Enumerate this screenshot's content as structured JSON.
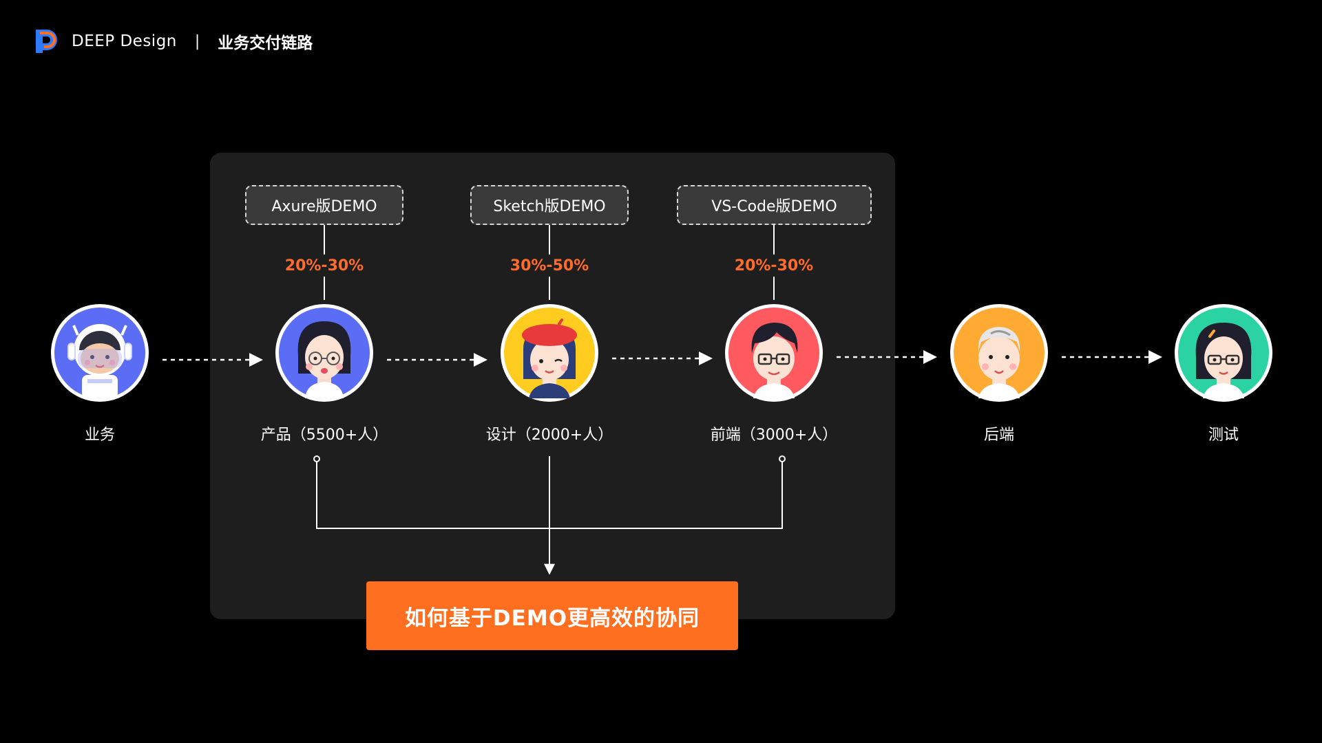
{
  "header": {
    "brand": "DEEP Design",
    "separator": "|",
    "title": "业务交付链路"
  },
  "demos": [
    {
      "label": "Axure版DEMO",
      "percent": "20%-30%"
    },
    {
      "label": "Sketch版DEMO",
      "percent": "30%-50%"
    },
    {
      "label": "VS-Code版DEMO",
      "percent": "20%-30%"
    }
  ],
  "roles": [
    {
      "label": "业务",
      "avatar_color": "#5b6cf5"
    },
    {
      "label": "产品（5500+人）",
      "avatar_color": "#5b6cf5"
    },
    {
      "label": "设计（2000+人）",
      "avatar_color": "#ffcc1f"
    },
    {
      "label": "前端（3000+人）",
      "avatar_color": "#ff5a5f"
    },
    {
      "label": "后端",
      "avatar_color": "#ffaa33"
    },
    {
      "label": "测试",
      "avatar_color": "#2bd3a2"
    }
  ],
  "cta": {
    "label": "如何基于DEMO更高效的协同"
  },
  "colors": {
    "accent": "#ff6f1f",
    "percent_text": "#ff6b2b",
    "panel": "#1e1e1e",
    "background": "#000000"
  }
}
